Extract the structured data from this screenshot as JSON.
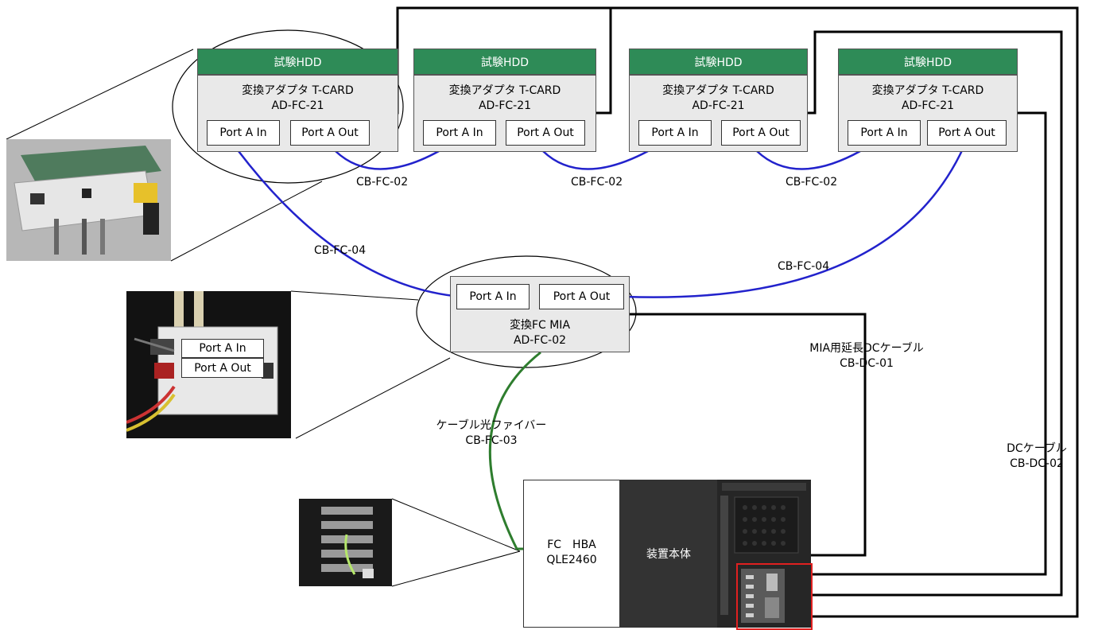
{
  "adapters": [
    {
      "hdd_label": "試験HDD",
      "line1": "変換アダプタ T-CARD",
      "line2": "AD-FC-21",
      "port_in": "Port A In",
      "port_out": "Port A Out"
    },
    {
      "hdd_label": "試験HDD",
      "line1": "変換アダプタ T-CARD",
      "line2": "AD-FC-21",
      "port_in": "Port A In",
      "port_out": "Port A Out"
    },
    {
      "hdd_label": "試験HDD",
      "line1": "変換アダプタ T-CARD",
      "line2": "AD-FC-21",
      "port_in": "Port A In",
      "port_out": "Port A Out"
    },
    {
      "hdd_label": "試験HDD",
      "line1": "変換アダプタ T-CARD",
      "line2": "AD-FC-21",
      "port_in": "Port A In",
      "port_out": "Port A Out"
    }
  ],
  "mia": {
    "port_in": "Port A In",
    "port_out": "Port A Out",
    "line1": "変換FC MIA",
    "line2": "AD-FC-02"
  },
  "mia_photo": {
    "port_in": "Port A In",
    "port_out": "Port A Out"
  },
  "cables": {
    "fc02_a": "CB-FC-02",
    "fc02_b": "CB-FC-02",
    "fc02_c": "CB-FC-02",
    "fc04_left": "CB-FC-04",
    "fc04_right": "CB-FC-04",
    "optical_name": "ケーブル光ファイバー",
    "optical_code": "CB-FC-03",
    "dc01_name": "MIA用延長DCケーブル",
    "dc01_code": "CB-DC-01",
    "dc02_name": "DCケーブル",
    "dc02_code": "CB-DC-02"
  },
  "hba": {
    "line1": "FC　HBA",
    "line2": "QLE2460"
  },
  "device": {
    "label": "装置本体"
  },
  "colors": {
    "hdd_green": "#2e8b57",
    "fc_blue": "#2222cc",
    "optical_green": "#2e7d2e",
    "dc_black": "#000000",
    "highlight_red": "#e02020"
  }
}
